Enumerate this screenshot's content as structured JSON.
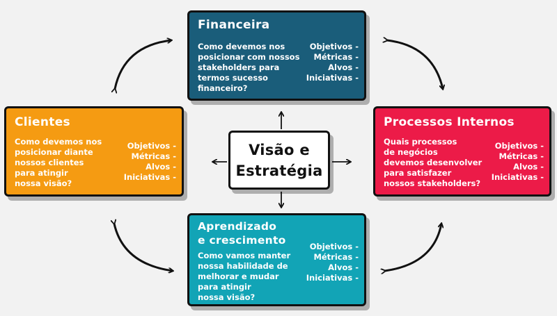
{
  "center": {
    "title": "Visão e\nEstratégia"
  },
  "cards": {
    "financeira": {
      "title": "Financeira",
      "question": "Como devemos nos\nposicionar com nossos\nstakeholders para\ntermos sucesso\nfinanceiro?",
      "metrics": [
        "Objetivos -",
        "Métricas -",
        "Alvos -",
        "Iniciativas -"
      ],
      "color": "#1a5d7a"
    },
    "clientes": {
      "title": "Clientes",
      "question": "Como devemos nos\nposicionar diante\nnossos clientes\npara atingir\nnossa visão?",
      "metrics": [
        "Objetivos -",
        "Métricas -",
        "Alvos -",
        "Iniciativas -"
      ],
      "color": "#f59b12"
    },
    "processos": {
      "title": "Processos Internos",
      "question": "Quais processos\nde negócios\ndevemos desenvolver\npara satisfazer\nnossos stakeholders?",
      "metrics": [
        "Objetivos -",
        "Métricas -",
        "Alvos -",
        "Iniciativas -"
      ],
      "color": "#ec1b48"
    },
    "aprendizado": {
      "title": "Aprendizado\ne crescimento",
      "question": "Como vamos manter\nnossa habilidade de\nmelhorar e mudar\npara atingir\nnossa visão?",
      "metrics": [
        "Objetivos -",
        "Métricas -",
        "Alvos -",
        "Iniciativas -"
      ],
      "color": "#12a4b6"
    }
  }
}
